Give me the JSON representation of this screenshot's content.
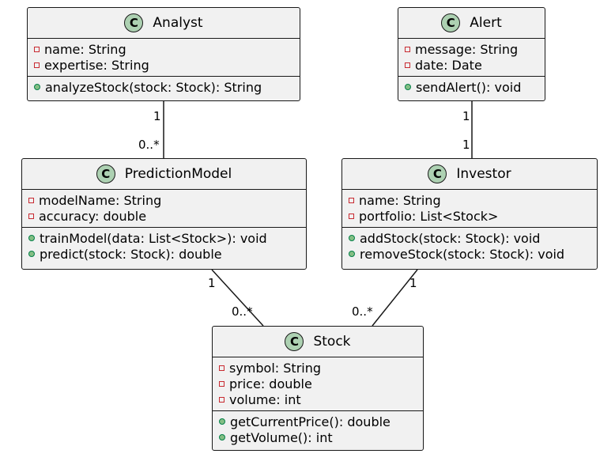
{
  "classes": {
    "analyst": {
      "badge": "C",
      "name": "Analyst",
      "attributes": [
        {
          "visibility": "private",
          "text": "name: String"
        },
        {
          "visibility": "private",
          "text": "expertise: String"
        }
      ],
      "methods": [
        {
          "visibility": "public",
          "text": "analyzeStock(stock: Stock): String"
        }
      ]
    },
    "alert": {
      "badge": "C",
      "name": "Alert",
      "attributes": [
        {
          "visibility": "private",
          "text": "message: String"
        },
        {
          "visibility": "private",
          "text": "date: Date"
        }
      ],
      "methods": [
        {
          "visibility": "public",
          "text": "sendAlert(): void"
        }
      ]
    },
    "prediction_model": {
      "badge": "C",
      "name": "PredictionModel",
      "attributes": [
        {
          "visibility": "private",
          "text": "modelName: String"
        },
        {
          "visibility": "private",
          "text": "accuracy: double"
        }
      ],
      "methods": [
        {
          "visibility": "public",
          "text": "trainModel(data: List<Stock>): void"
        },
        {
          "visibility": "public",
          "text": "predict(stock: Stock): double"
        }
      ]
    },
    "investor": {
      "badge": "C",
      "name": "Investor",
      "attributes": [
        {
          "visibility": "private",
          "text": "name: String"
        },
        {
          "visibility": "private",
          "text": "portfolio: List<Stock>"
        }
      ],
      "methods": [
        {
          "visibility": "public",
          "text": "addStock(stock: Stock): void"
        },
        {
          "visibility": "public",
          "text": "removeStock(stock: Stock): void"
        }
      ]
    },
    "stock": {
      "badge": "C",
      "name": "Stock",
      "attributes": [
        {
          "visibility": "private",
          "text": "symbol: String"
        },
        {
          "visibility": "private",
          "text": "price: double"
        },
        {
          "visibility": "private",
          "text": "volume: int"
        }
      ],
      "methods": [
        {
          "visibility": "public",
          "text": "getCurrentPrice(): double"
        },
        {
          "visibility": "public",
          "text": "getVolume(): int"
        }
      ]
    }
  },
  "associations": {
    "analyst_prediction": {
      "from": "Analyst",
      "to": "PredictionModel",
      "from_mult": "1",
      "to_mult": "0..*"
    },
    "alert_investor": {
      "from": "Alert",
      "to": "Investor",
      "from_mult": "1",
      "to_mult": "1"
    },
    "prediction_stock": {
      "from": "PredictionModel",
      "to": "Stock",
      "from_mult": "1",
      "to_mult": "0..*"
    },
    "investor_stock": {
      "from": "Investor",
      "to": "Stock",
      "from_mult": "1",
      "to_mult": "0..*"
    }
  },
  "colors": {
    "class_fill": "#f1f1f1",
    "border": "#181818",
    "badge_fill": "#add1b2",
    "private_marker": "#c82930",
    "public_marker_fill": "#84be84",
    "public_marker_border": "#038048"
  }
}
